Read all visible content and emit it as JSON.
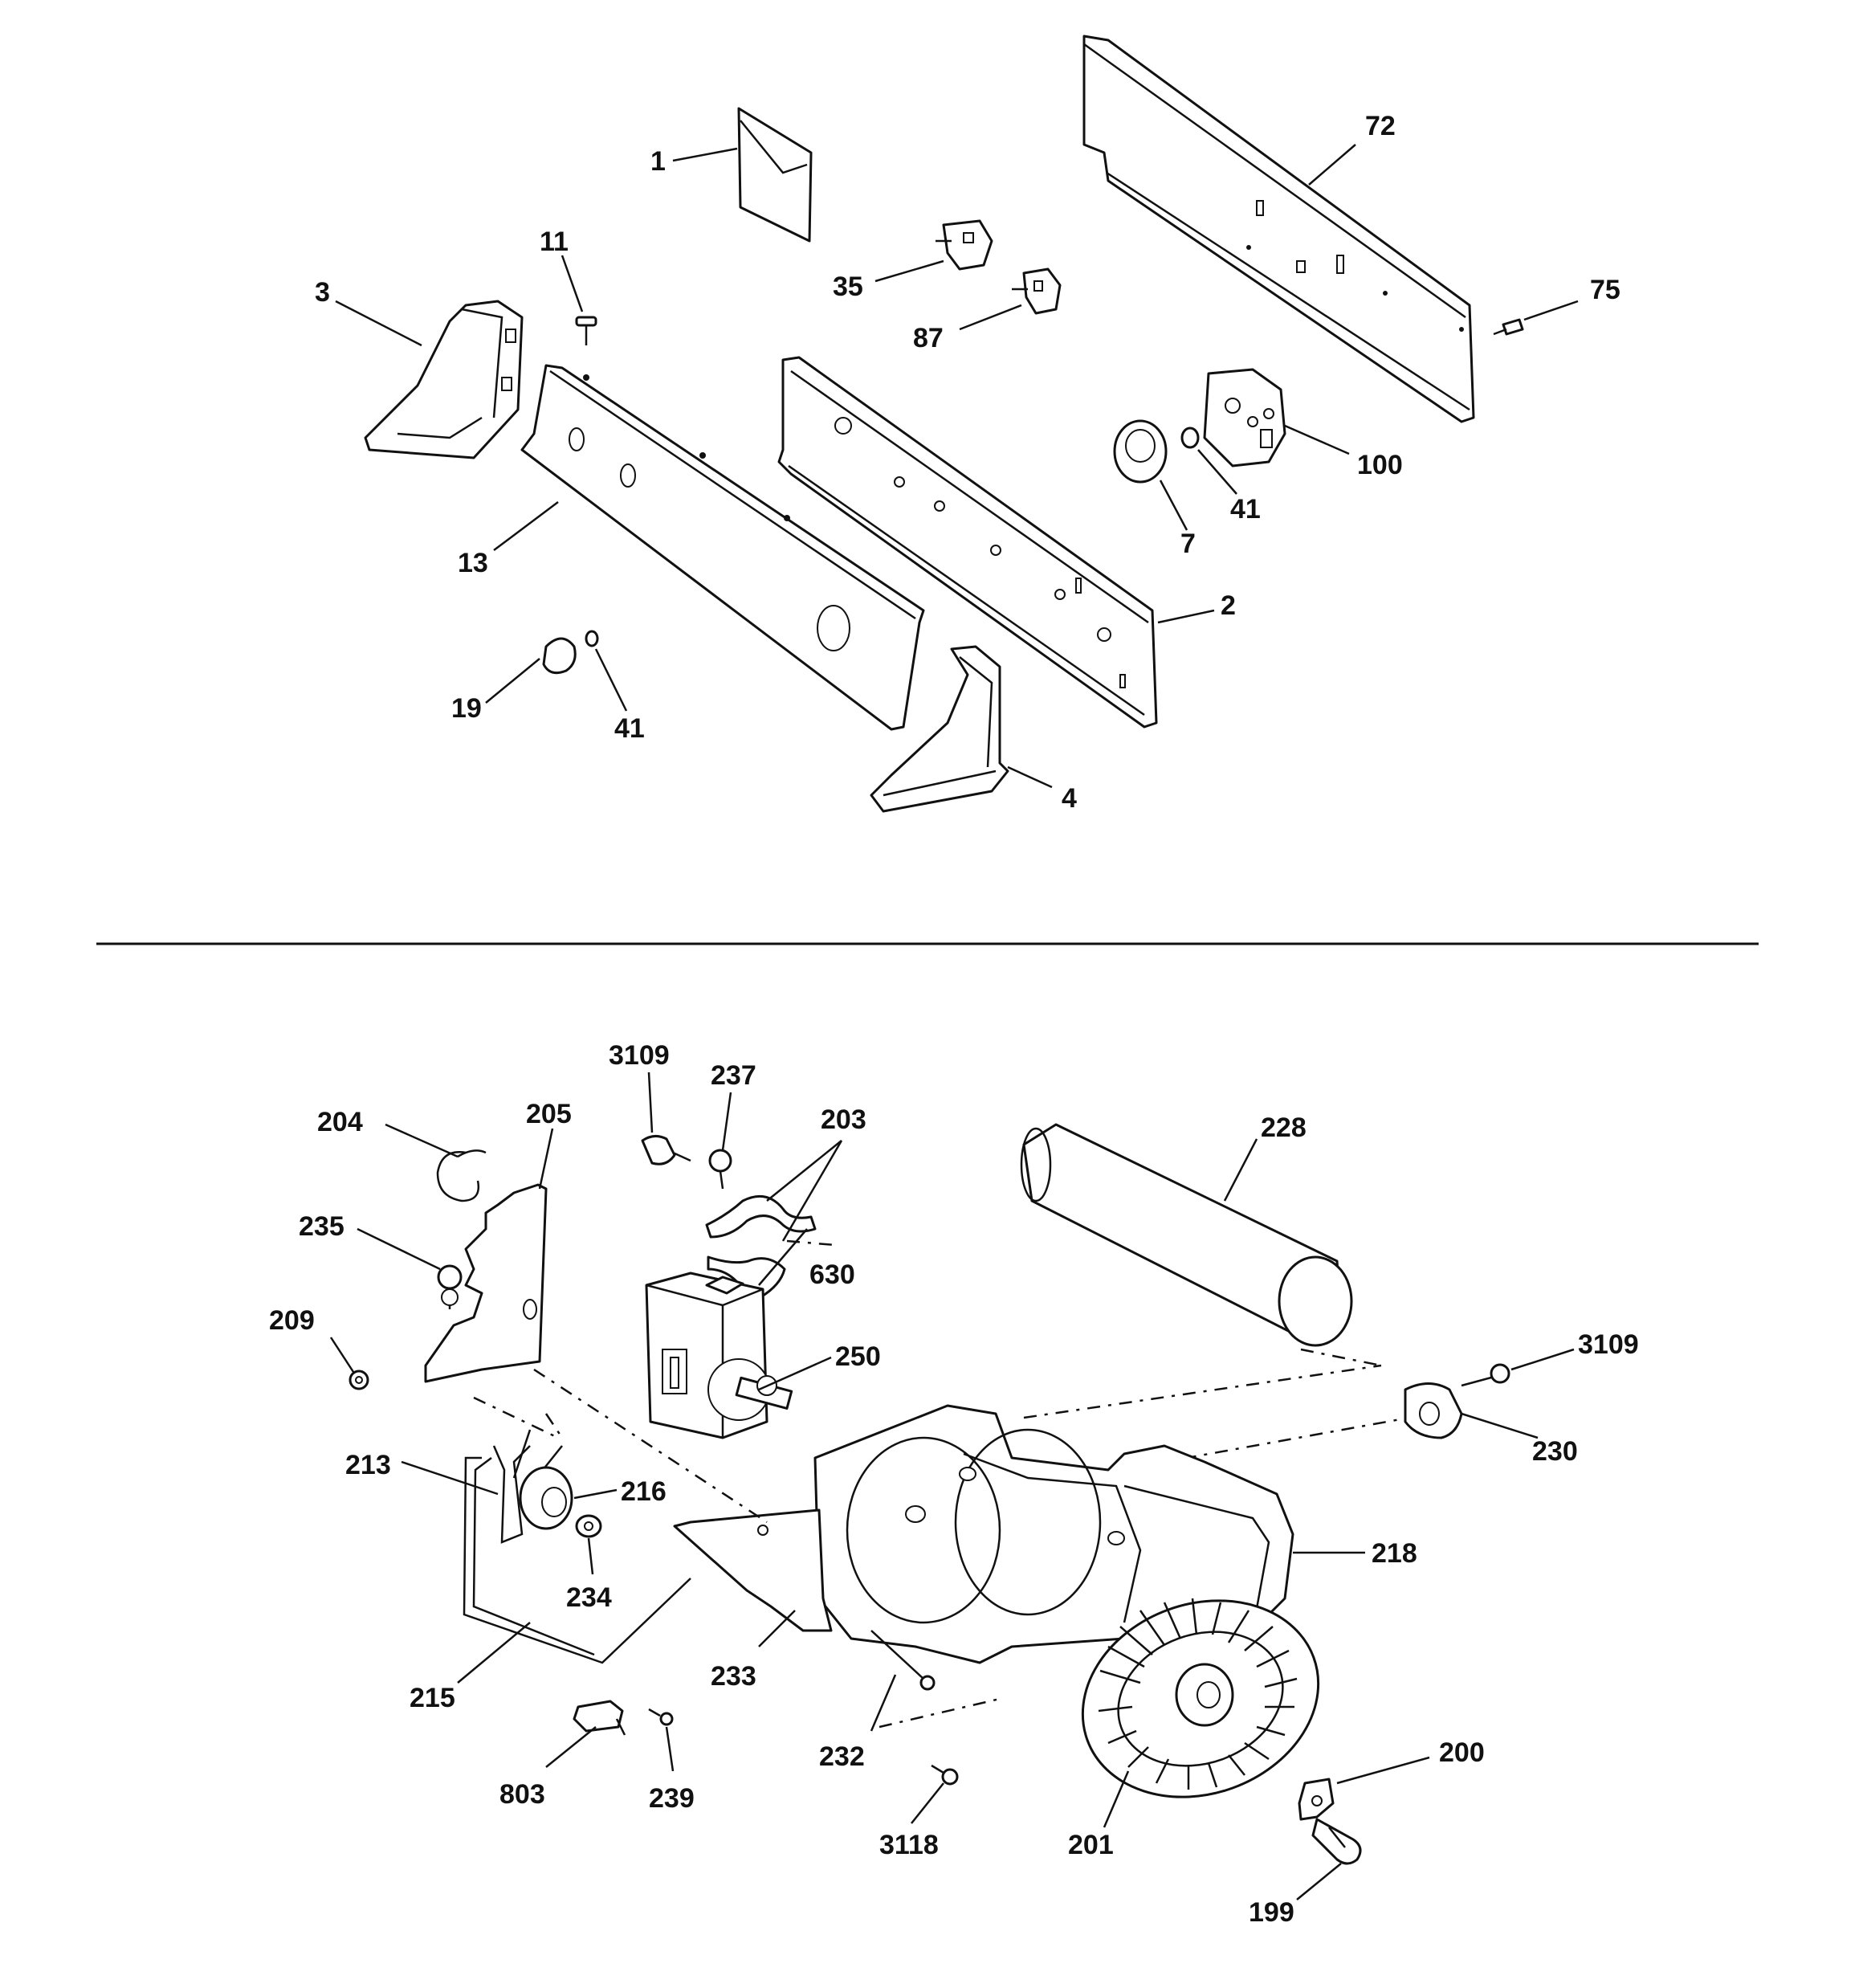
{
  "callouts": {
    "c1": "1",
    "c72": "72",
    "c11": "11",
    "c3": "3",
    "c35": "35",
    "c87": "87",
    "c75": "75",
    "c100": "100",
    "c41a": "41",
    "c7": "7",
    "c13": "13",
    "c2": "2",
    "c19": "19",
    "c41b": "41",
    "c4": "4",
    "c3109a": "3109",
    "c237": "237",
    "c203": "203",
    "c228": "228",
    "c204": "204",
    "c205": "205",
    "c235": "235",
    "c630": "630",
    "c209": "209",
    "c250": "250",
    "c3109b": "3109",
    "c230": "230",
    "c213": "213",
    "c216": "216",
    "c218": "218",
    "c234": "234",
    "c215": "215",
    "c233": "233",
    "c232": "232",
    "c803": "803",
    "c239": "239",
    "c200": "200",
    "c3118": "3118",
    "c201": "201",
    "c199": "199"
  },
  "icons": {
    "style": "line-art",
    "stroke_color": "#111111",
    "background_color": "#ffffff"
  }
}
